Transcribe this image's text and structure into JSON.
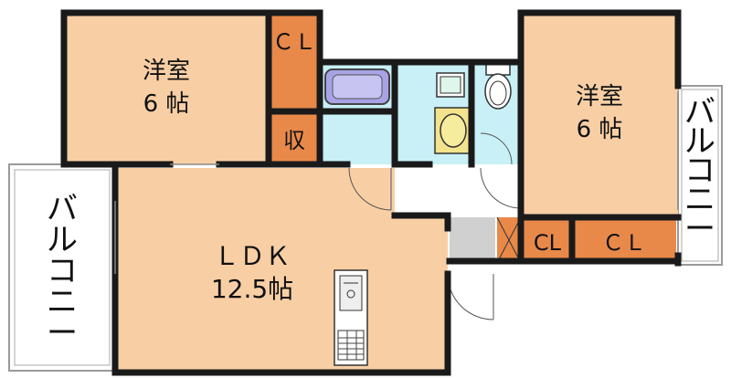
{
  "rooms": {
    "western_room_left": {
      "name": "洋室",
      "size": "6 帖"
    },
    "western_room_right": {
      "name": "洋室",
      "size": "6 帖"
    },
    "ldk": {
      "name": "ＬＤＫ",
      "size": "12.5帖"
    },
    "storage": {
      "name": "収"
    },
    "closet_top": {
      "name": "ＣＬ"
    },
    "closet_small": {
      "name": "CL"
    },
    "closet_wide": {
      "name": "ＣＬ"
    }
  },
  "balconies": {
    "left": {
      "name": "バルコニー"
    },
    "right": {
      "name": "バルコニー"
    }
  },
  "colors": {
    "room": "#f8cfa5",
    "closet": "#e8894a",
    "wet_area": "#c8f0f6",
    "bathtub": "#a7a3e6",
    "wall": "#1a1a1a",
    "balcony_border": "#999999",
    "entry_floor": "#d0d0d0"
  }
}
